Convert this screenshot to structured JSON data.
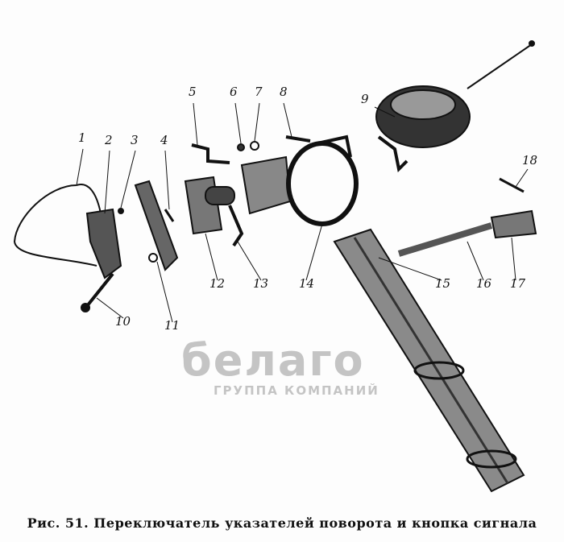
{
  "figure": {
    "caption": "Рис. 51. Переключатель указателей поворота и кнопка сигнала",
    "part_numbers": [
      "1",
      "2",
      "3",
      "4",
      "5",
      "6",
      "7",
      "8",
      "9",
      "10",
      "11",
      "12",
      "13",
      "14",
      "15",
      "16",
      "17",
      "18"
    ]
  },
  "watermark": {
    "logo": "белаго",
    "subtitle": "ГРУППА КОМПАНИЙ"
  }
}
